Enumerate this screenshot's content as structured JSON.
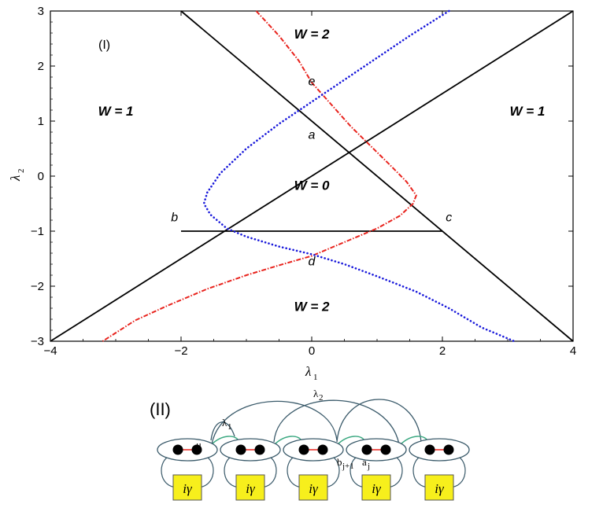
{
  "panel_I": {
    "label": "(I)",
    "xlabel": "λ",
    "xlabel_sub": "1",
    "ylabel": "λ",
    "ylabel_sub": "2",
    "x_ticks": [
      "−4",
      "−2",
      "0",
      "2",
      "4"
    ],
    "y_ticks": [
      "3",
      "2",
      "1",
      "0",
      "−1",
      "−2",
      "−3"
    ],
    "regions": [
      {
        "text": "W = 2",
        "x": 0,
        "y": 2.5
      },
      {
        "text": "W = 1",
        "x": -3.0,
        "y": 1.1
      },
      {
        "text": "W = 1",
        "x": 3.3,
        "y": 1.1
      },
      {
        "text": "W = 0",
        "x": 0,
        "y": -0.25
      },
      {
        "text": "W = 2",
        "x": 0,
        "y": -2.45
      }
    ],
    "points": [
      {
        "label": "e",
        "x": 0,
        "y": 1.65
      },
      {
        "label": "a",
        "x": 0,
        "y": 0.68
      },
      {
        "label": "b",
        "x": -2.1,
        "y": -0.82
      },
      {
        "label": "c",
        "x": 2.1,
        "y": -0.82
      },
      {
        "label": "d",
        "x": 0,
        "y": -1.62
      }
    ]
  },
  "chart_data": {
    "type": "line",
    "xlim": [
      -4,
      4
    ],
    "ylim": [
      -3,
      3
    ],
    "series": [
      {
        "style": "solid",
        "color": "#000000",
        "x": [
          -4,
          4
        ],
        "y": [
          -3,
          3
        ]
      },
      {
        "style": "solid",
        "color": "#000000",
        "x": [
          -2,
          4
        ],
        "y": [
          3,
          -3
        ]
      },
      {
        "style": "solid",
        "color": "#000000",
        "x": [
          -2,
          2
        ],
        "y": [
          -1,
          -1
        ]
      },
      {
        "style": "dashdot",
        "color": "#e8231d",
        "x": [
          -0.85,
          -0.5,
          -0.2,
          0.0,
          0.3,
          0.6,
          0.9,
          1.2,
          1.45,
          1.6,
          1.55,
          1.35,
          1.0,
          0.6,
          0.3,
          0.0,
          -0.5,
          -1.0,
          -1.6,
          -2.2,
          -2.7,
          -3.2
        ],
        "y": [
          3.0,
          2.55,
          2.1,
          1.7,
          1.3,
          0.9,
          0.55,
          0.2,
          -0.1,
          -0.35,
          -0.5,
          -0.72,
          -0.95,
          -1.15,
          -1.3,
          -1.45,
          -1.62,
          -1.8,
          -2.05,
          -2.35,
          -2.62,
          -3.0
        ]
      },
      {
        "style": "dotted",
        "color": "#1a1adb",
        "x": [
          2.1,
          1.5,
          1.0,
          0.5,
          0.0,
          -0.5,
          -1.0,
          -1.4,
          -1.6,
          -1.65,
          -1.55,
          -1.3,
          -1.0,
          -0.5,
          0.0,
          0.5,
          1.0,
          1.6,
          2.1,
          2.6,
          3.1
        ],
        "y": [
          3.0,
          2.55,
          2.15,
          1.75,
          1.35,
          0.95,
          0.5,
          0.05,
          -0.3,
          -0.5,
          -0.7,
          -0.95,
          -1.1,
          -1.28,
          -1.42,
          -1.6,
          -1.82,
          -2.1,
          -2.4,
          -2.75,
          -3.0
        ]
      }
    ]
  },
  "panel_II": {
    "label": "(II)",
    "mu_label": "μ",
    "lambda1_label": "λ",
    "lambda1_sub": "1",
    "lambda2_label": "λ",
    "lambda2_sub": "2",
    "b_label": "b",
    "b_sub": "j+1",
    "a_label": "a",
    "a_sub": "j",
    "boxes": [
      "iγ",
      "iγ",
      "iγ",
      "iγ",
      "iγ"
    ],
    "colors": {
      "box_fill": "#f7ef1c",
      "red_link": "#e8231d",
      "green_arrow": "#3aa880",
      "arc": "#3a5a6a"
    }
  }
}
